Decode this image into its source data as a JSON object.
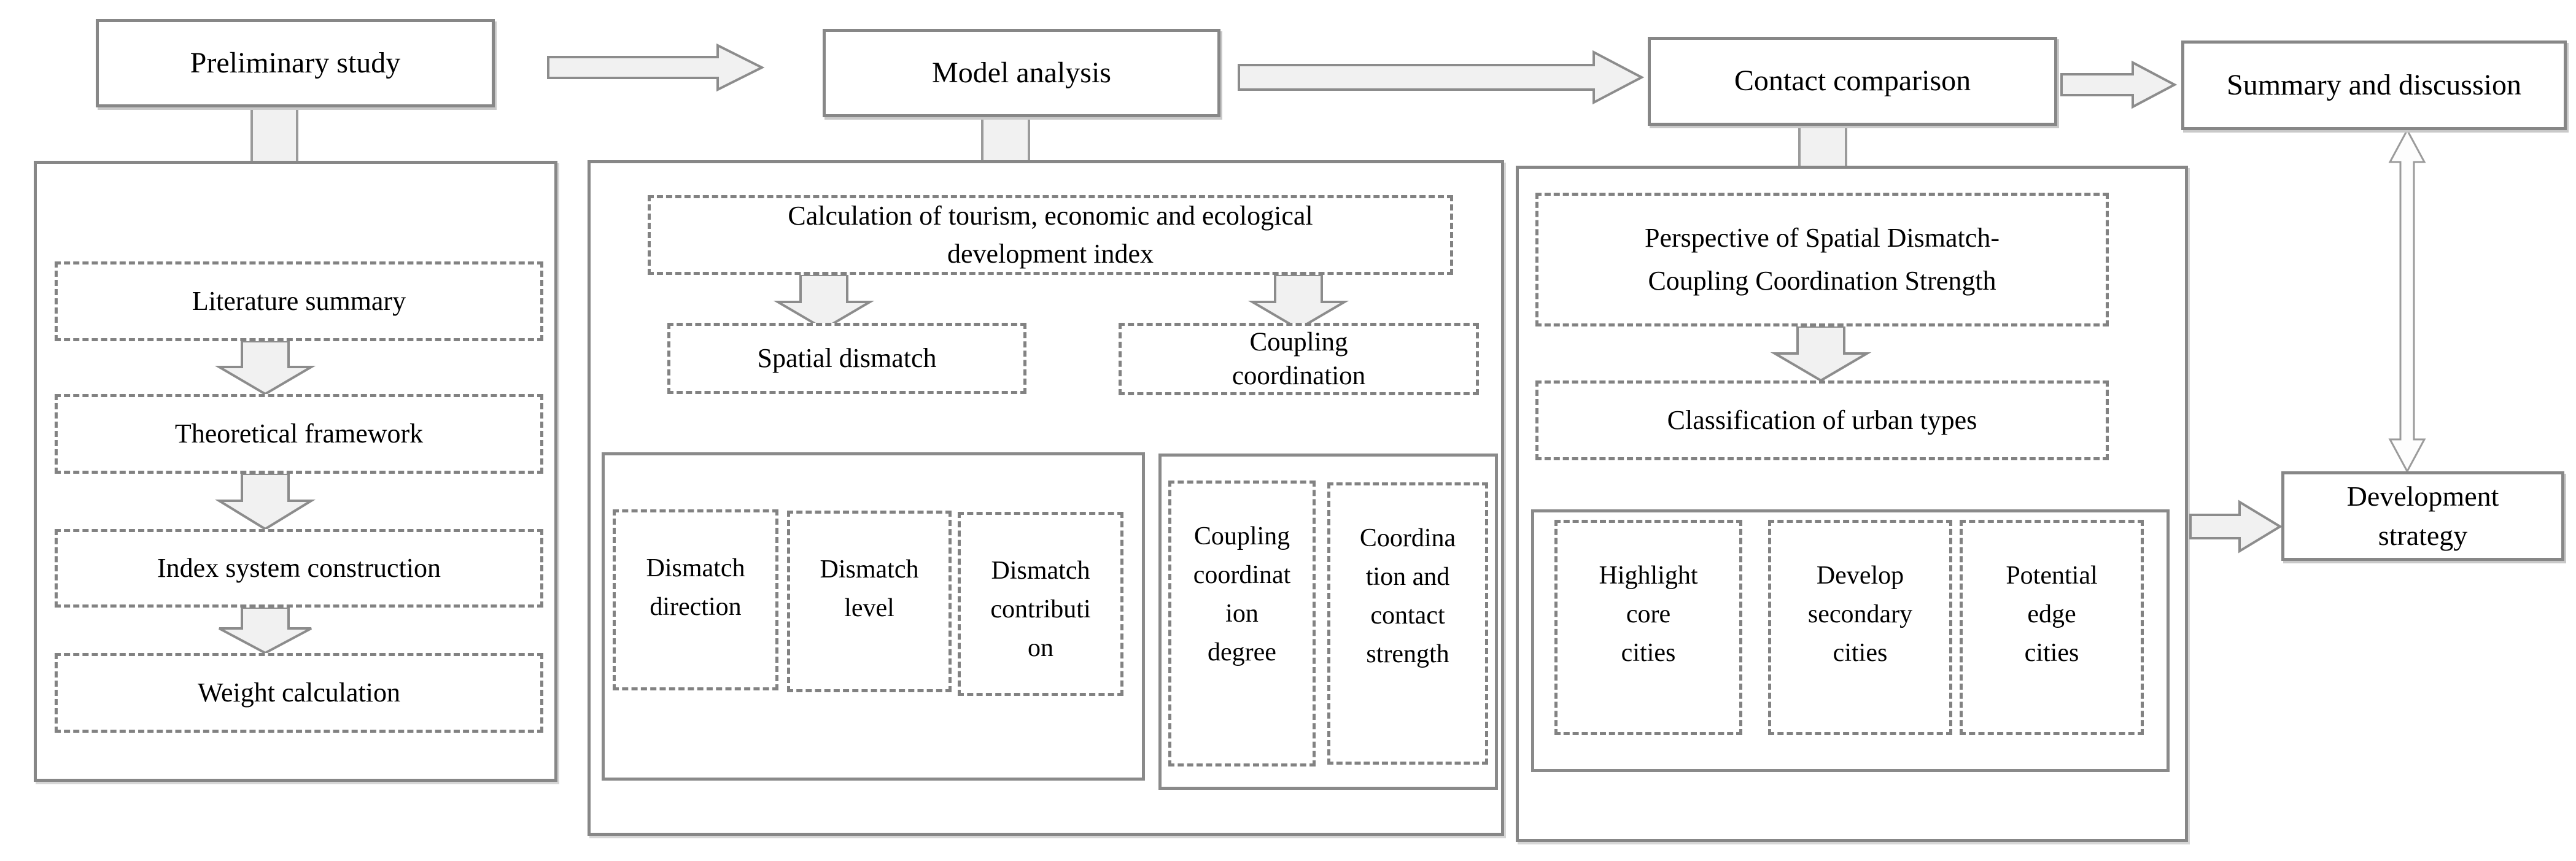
{
  "colors": {
    "border_gray": "#878787",
    "dash_gray": "#828282",
    "arrow_fill": "#f1f1f1",
    "arrow_stroke": "#8c8c8c",
    "stub_fill": "#f1f1f1",
    "text": "#000000",
    "background": "#ffffff"
  },
  "top_row": {
    "preliminary_study": "Preliminary study",
    "model_analysis": "Model analysis",
    "contact_comparison": "Contact comparison",
    "summary_discussion": "Summary and discussion"
  },
  "left_panel": {
    "steps": [
      "Literature summary",
      "Theoretical framework",
      "Index system construction",
      "Weight calculation"
    ]
  },
  "middle_panel": {
    "calculation_index": [
      "Calculation of tourism, economic and ecological",
      "development index"
    ],
    "spatial_dismatch": "Spatial dismatch",
    "coupling_coordination": [
      "Coupling",
      "coordination"
    ],
    "dismatch_items": [
      [
        "Dismatch",
        "direction"
      ],
      [
        "Dismatch",
        "level"
      ],
      [
        "Dismatch",
        "contributi",
        "on"
      ]
    ],
    "coupling_items": [
      [
        "Coupling",
        "coordinat",
        "ion",
        "degree"
      ],
      [
        "Coordina",
        "tion and",
        "contact",
        "strength"
      ]
    ]
  },
  "right_panel": {
    "perspective": [
      "Perspective of Spatial Dismatch-",
      "Coupling Coordination Strength"
    ],
    "classification": "Classification of urban types",
    "city_items": [
      [
        "Highlight",
        "core",
        "cities"
      ],
      [
        "Develop",
        "secondary",
        "cities"
      ],
      [
        "Potential",
        "edge",
        "cities"
      ]
    ]
  },
  "side_nodes": {
    "development_strategy": [
      "Development",
      "strategy"
    ]
  }
}
